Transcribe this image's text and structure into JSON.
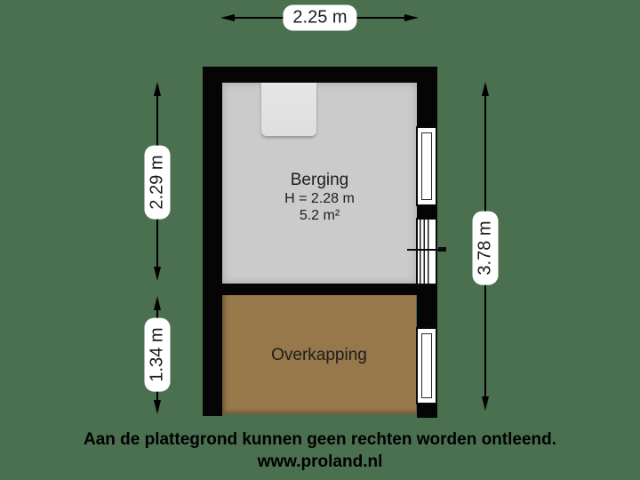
{
  "colors": {
    "background": "#4a7050",
    "wall": "#050505",
    "berging_floor": "#cbcbcb",
    "overkapping_floor": "#96784b",
    "fixture": "#e2e2e2",
    "dimension_label_bg": "#ffffff"
  },
  "rooms": {
    "berging": {
      "label": "Berging",
      "ceiling_height": "H = 2.28 m",
      "area": "5.2 m²"
    },
    "overkapping": {
      "label": "Overkapping"
    }
  },
  "dimensions": {
    "top_width": "2.25 m",
    "berging_height": "2.29 m",
    "overkapping_height": "1.34 m",
    "total_height": "3.78 m"
  },
  "footer": {
    "disclaimer": "Aan de plattegrond kunnen geen rechten worden ontleend.",
    "website": "www.proland.nl"
  }
}
